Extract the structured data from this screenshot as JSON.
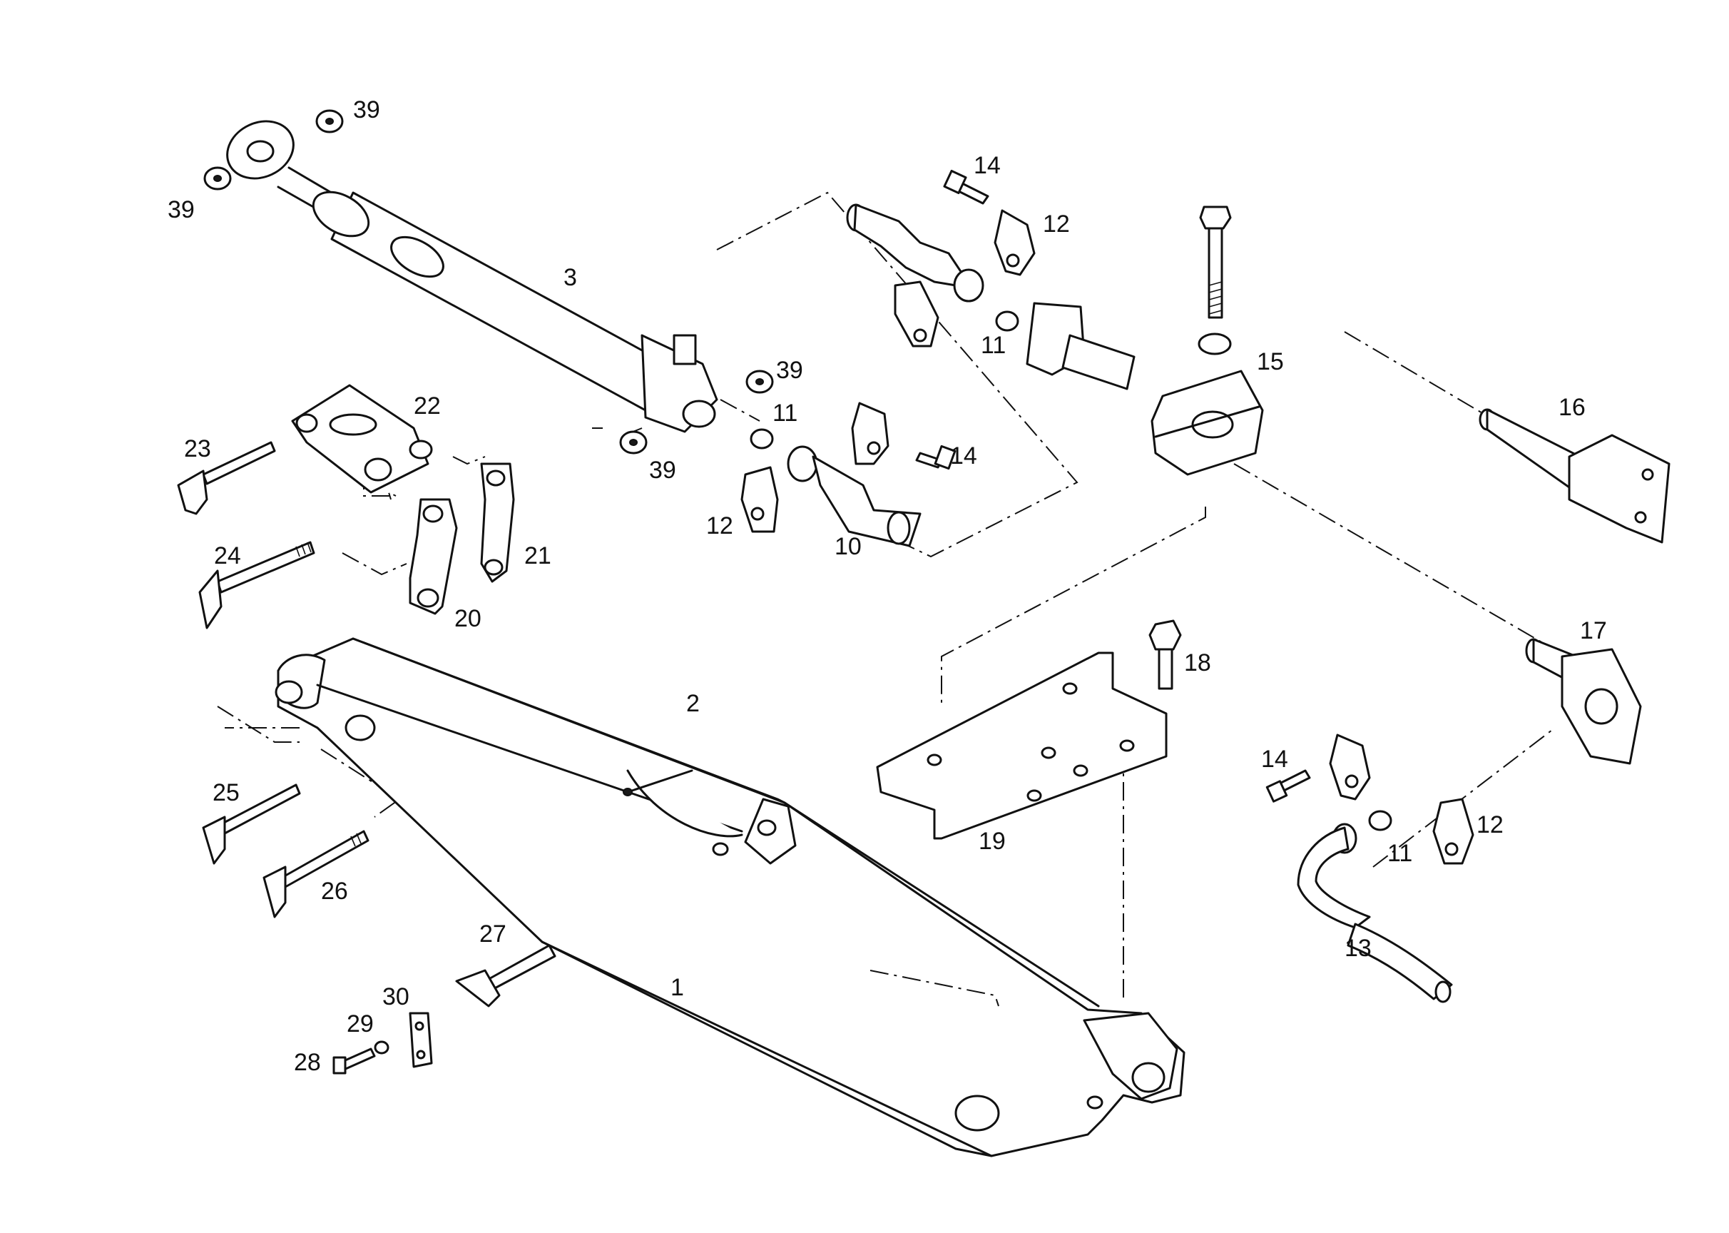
{
  "diagram": {
    "labels": [
      "39",
      "39",
      "39",
      "39",
      "3",
      "11",
      "14",
      "14",
      "14",
      "12",
      "12",
      "12",
      "10",
      "11",
      "11",
      "15",
      "16",
      "17",
      "18",
      "19",
      "2",
      "22",
      "23",
      "21",
      "20",
      "24",
      "25",
      "26",
      "27",
      "1",
      "30",
      "29",
      "28",
      "13"
    ]
  }
}
